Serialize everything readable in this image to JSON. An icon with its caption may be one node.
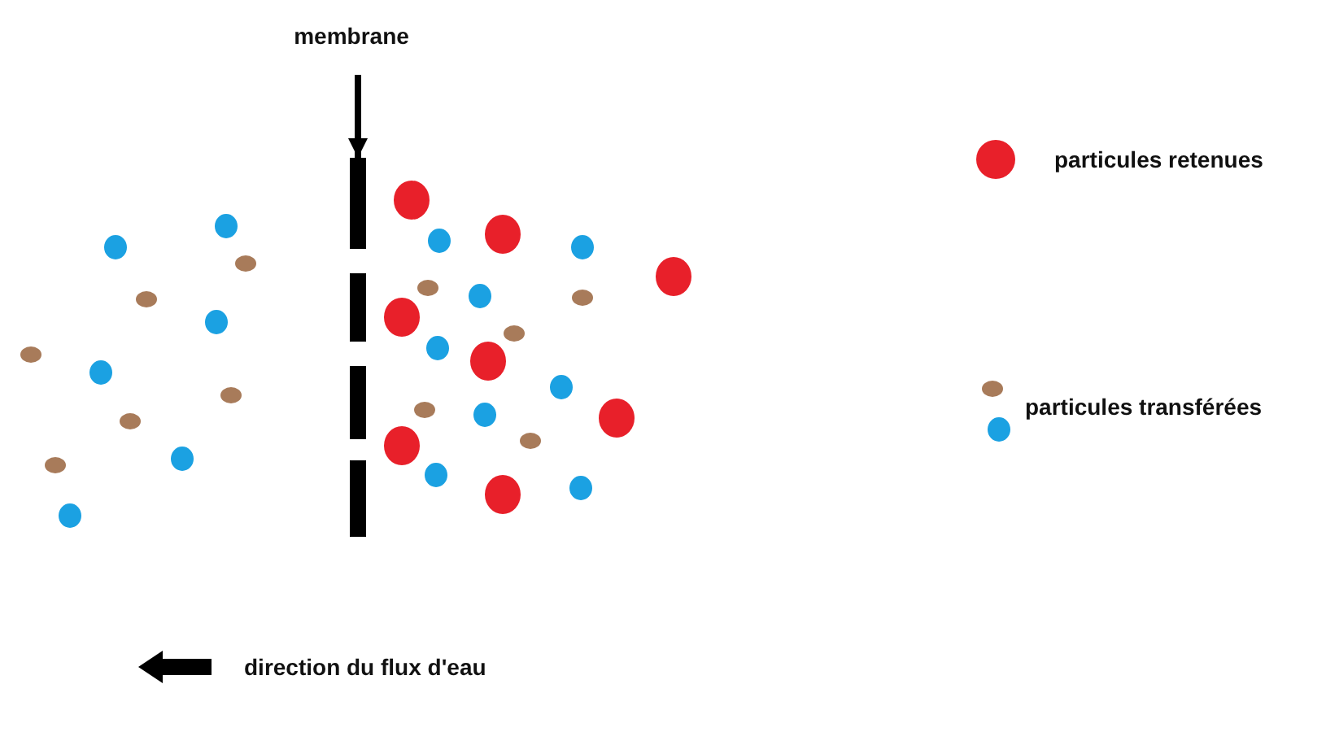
{
  "diagram": {
    "nodes": [
      {
        "text": [
          "membrane"
        ]
      },
      {
        "text": [],
        "shape": "bar"
      }
    ],
    "edges": [
      {
        "from": 0,
        "to": 1,
        "arrow": "to"
      }
    ],
    "labels": [
      "direction du flux d'eau"
    ],
    "legend": [
      {
        "text": "particules retenues",
        "color": "#e8202a"
      },
      {
        "text": "particules transférées"
      }
    ]
  }
}
